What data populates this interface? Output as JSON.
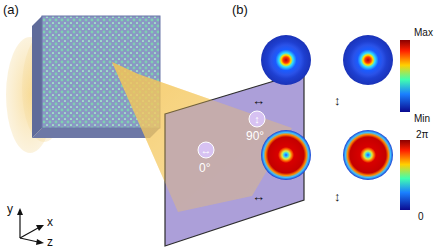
{
  "diagram": {
    "labels": [
      "(a)",
      "(b)",
      "↔",
      "0°",
      "↕",
      "90°",
      "y",
      "x",
      "z",
      "Max",
      "Min",
      "2π",
      "0",
      "↔",
      "↕",
      "↔",
      "↕"
    ]
  }
}
